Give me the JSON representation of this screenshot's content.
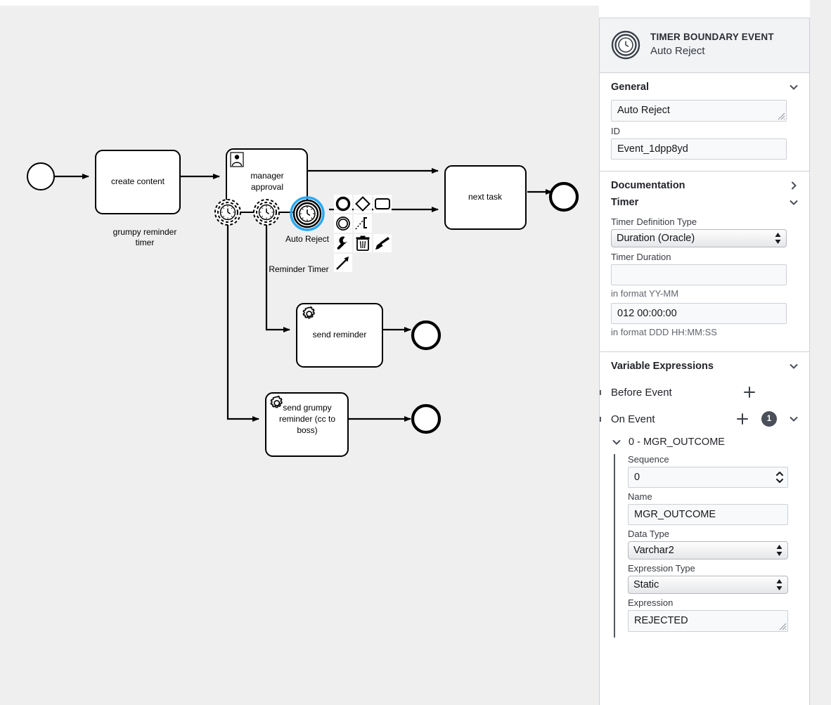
{
  "canvas": {
    "background_color": "#efefef",
    "selection_color": "#2aaaf5",
    "nodes": [
      {
        "id": "start",
        "type": "start-event",
        "label": ""
      },
      {
        "id": "create-content",
        "type": "task",
        "label": "create content"
      },
      {
        "id": "manager-approval",
        "type": "user-task",
        "label": "manager approval"
      },
      {
        "id": "boundary-1",
        "type": "timer-boundary-event-non-interrupting",
        "label": ""
      },
      {
        "id": "boundary-2",
        "type": "timer-boundary-event-non-interrupting",
        "label": "Reminder Timer"
      },
      {
        "id": "boundary-3",
        "type": "timer-boundary-event-interrupting",
        "label": "Auto Reject",
        "selected": true
      },
      {
        "id": "next-task",
        "type": "task",
        "label": "next task"
      },
      {
        "id": "end-1",
        "type": "end-event",
        "label": ""
      },
      {
        "id": "send-reminder",
        "type": "service-task",
        "label": "send reminder"
      },
      {
        "id": "end-2",
        "type": "end-event",
        "label": ""
      },
      {
        "id": "send-grumpy",
        "type": "service-task",
        "label": "send grumpy reminder (cc to boss)"
      },
      {
        "id": "end-3",
        "type": "end-event",
        "label": ""
      }
    ],
    "free_labels": [
      {
        "id": "grumpy-reminder-timer-label",
        "text_line1": "grumpy reminder",
        "text_line2": "timer"
      }
    ],
    "context_pad": {
      "items": [
        {
          "name": "append-end-event-icon",
          "glyph": "circle-thick"
        },
        {
          "name": "append-gateway-icon",
          "glyph": "diamond"
        },
        {
          "name": "append-task-icon",
          "glyph": "rounded-rect"
        },
        {
          "name": "append-intermediate-event-icon",
          "glyph": "double-circle"
        },
        {
          "name": "append-text-annotation-icon",
          "glyph": "annotation-bracket"
        },
        {
          "name": "wrench-icon",
          "glyph": "wrench"
        },
        {
          "name": "delete-icon",
          "glyph": "trash"
        },
        {
          "name": "set-color-icon",
          "glyph": "paintbrush"
        },
        {
          "name": "connect-icon",
          "glyph": "arrow"
        }
      ]
    }
  },
  "panel": {
    "header": {
      "icon": "timer-boundary-event-icon",
      "type": "TIMER BOUNDARY EVENT",
      "name": "Auto Reject"
    },
    "groups": {
      "general": {
        "title": "General",
        "expanded": true,
        "name_value": "Auto Reject",
        "id_label": "ID",
        "id_value": "Event_1dpp8yd"
      },
      "documentation": {
        "title": "Documentation",
        "expanded": false
      },
      "timer": {
        "title": "Timer",
        "expanded": true,
        "definition_type_label": "Timer Definition Type",
        "definition_type_value": "Duration (Oracle)",
        "duration_label": "Timer Duration",
        "duration_value": "",
        "duration_hint": "in format YY-MM",
        "duration2_value": "012 00:00:00",
        "duration2_hint": "in format DDD HH:MM:SS"
      },
      "variable_expressions": {
        "title": "Variable Expressions",
        "expanded": true,
        "before_event": {
          "label": "Before Event",
          "add_label": "+"
        },
        "on_event": {
          "label": "On Event",
          "add_label": "+",
          "count": "1",
          "expanded": true
        },
        "items": [
          {
            "title": "0 - MGR_OUTCOME",
            "expanded": true,
            "sequence_label": "Sequence",
            "sequence_value": "0",
            "name_label": "Name",
            "name_value": "MGR_OUTCOME",
            "data_type_label": "Data Type",
            "data_type_value": "Varchar2",
            "expression_type_label": "Expression Type",
            "expression_type_value": "Static",
            "expression_label": "Expression",
            "expression_value": "REJECTED"
          }
        ]
      }
    }
  }
}
